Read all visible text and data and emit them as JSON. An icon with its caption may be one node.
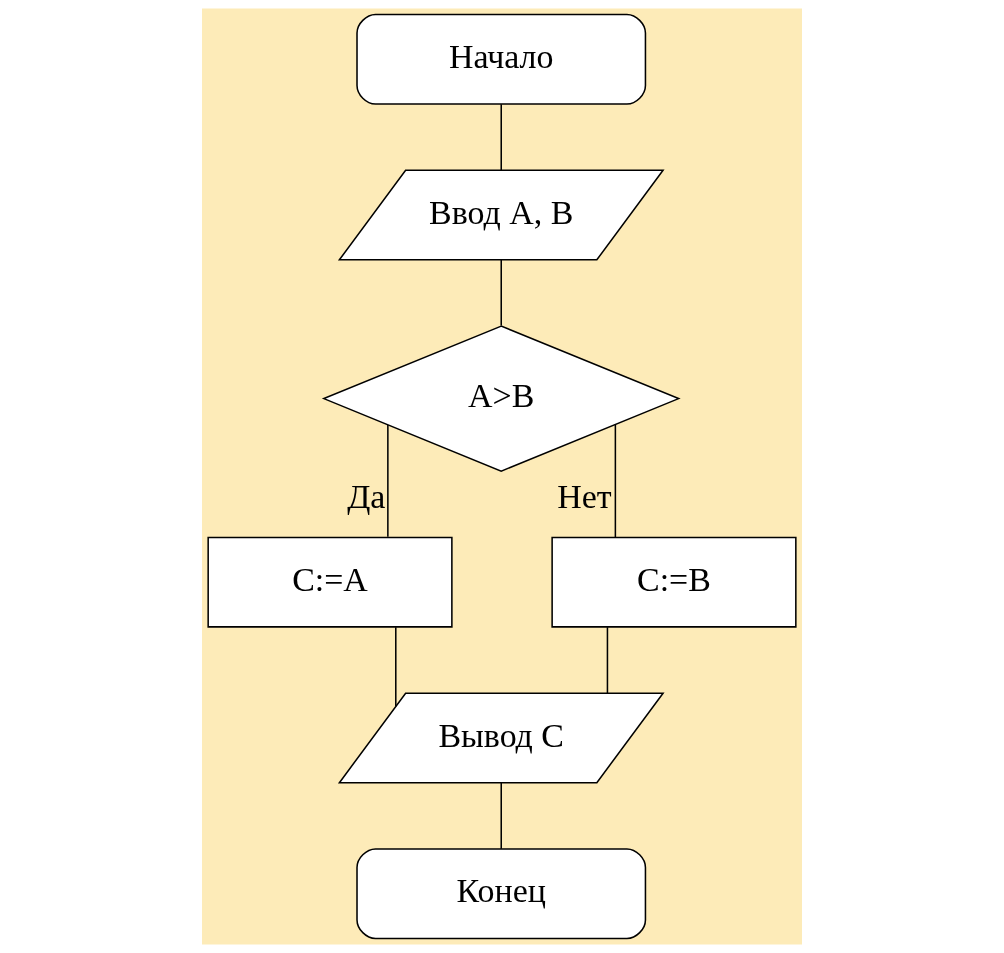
{
  "diagram": {
    "nodes": [
      {
        "text": [
          "Начало"
        ]
      },
      {
        "text": [
          "Ввод А, В"
        ]
      },
      {
        "text": [
          "А>В"
        ]
      },
      {
        "text": [
          "С:=А"
        ]
      },
      {
        "text": [
          "С:=В"
        ]
      },
      {
        "text": [
          "Вывод С"
        ]
      },
      {
        "text": [
          "Конец"
        ]
      }
    ],
    "edges": [
      {
        "from": 0,
        "to": 1,
        "arrow": "none"
      },
      {
        "from": 1,
        "to": 2,
        "arrow": "none"
      },
      {
        "from": 2,
        "to": 3,
        "arrow": "none",
        "label": "Да"
      },
      {
        "from": 2,
        "to": 4,
        "arrow": "none",
        "label": "Нет"
      },
      {
        "from": 3,
        "to": 5,
        "arrow": "none"
      },
      {
        "from": 4,
        "to": 5,
        "arrow": "none"
      },
      {
        "from": 5,
        "to": 6,
        "arrow": "none"
      }
    ]
  }
}
